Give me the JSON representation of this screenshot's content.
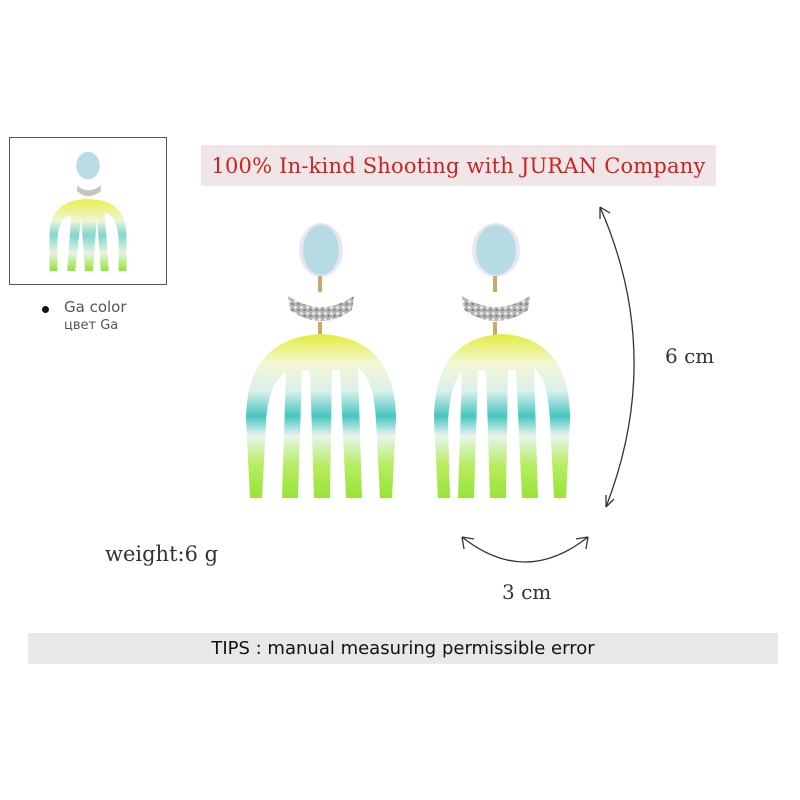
{
  "headline": "100% In-kind Shooting with JURAN Company",
  "variant": {
    "name": "Ga color",
    "name_ru": "цвет Ga"
  },
  "dimensions": {
    "height": "6 cm",
    "width": "3 cm"
  },
  "weight": "weight:6 g",
  "tips": "TIPS : manual measuring permissible error",
  "colors": {
    "headline_text": "#cc2222",
    "headline_bg": "#f0e6e7",
    "tips_bg": "#e8e8e8",
    "stud": "#b9dde6",
    "glitter_silver": "#c9c9c9",
    "yellow": "#e3ec3a",
    "teal": "#45c6bf",
    "green": "#9be63a"
  }
}
